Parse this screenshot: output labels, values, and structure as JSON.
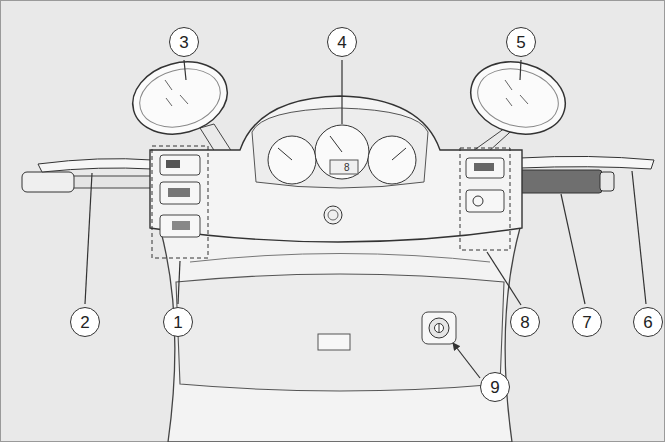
{
  "diagram": {
    "nodes": [
      {
        "text": [
          "3"
        ]
      },
      {
        "text": [
          "4"
        ]
      },
      {
        "text": [
          "5"
        ]
      },
      {
        "text": [
          "2"
        ]
      },
      {
        "text": [
          "1"
        ]
      },
      {
        "text": [
          "8"
        ]
      },
      {
        "text": [
          "7"
        ]
      },
      {
        "text": [
          "6"
        ]
      },
      {
        "text": [
          "9"
        ]
      }
    ],
    "labels": [
      "8"
    ]
  }
}
